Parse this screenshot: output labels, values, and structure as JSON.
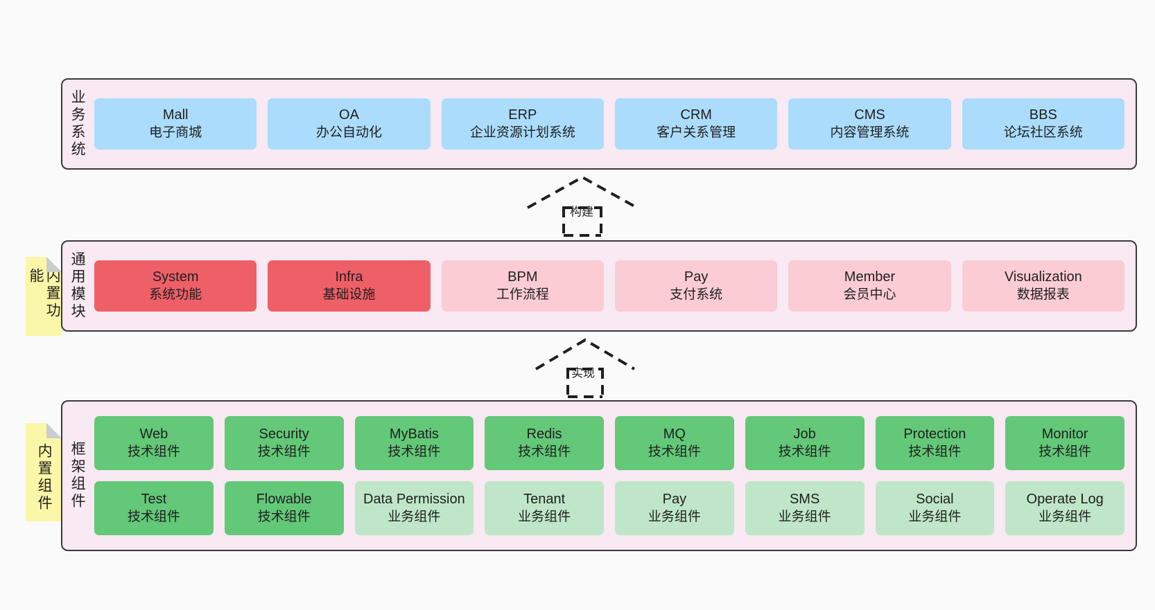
{
  "diagram": {
    "title": "",
    "colors": {
      "layer_bg": "#f8e9f3",
      "layer_border": "#39383d",
      "business_card": "#abdcfb",
      "module_core": "#ef5f68",
      "module_optional": "#fbccd4",
      "component_tech": "#63c878",
      "component_business": "#bfe6c8",
      "sticky_note": "#fbf7a8",
      "page_bg": "#fafafa"
    }
  },
  "layers": [
    {
      "id": "business",
      "title": "业务系统",
      "rows": [
        {
          "cards": [
            {
              "en": "Mall",
              "cn": "电子商城",
              "style": "business"
            },
            {
              "en": "OA",
              "cn": "办公自动化",
              "style": "business"
            },
            {
              "en": "ERP",
              "cn": "企业资源计划系统",
              "style": "business"
            },
            {
              "en": "CRM",
              "cn": "客户关系管理",
              "style": "business"
            },
            {
              "en": "CMS",
              "cn": "内容管理系统",
              "style": "business"
            },
            {
              "en": "BBS",
              "cn": "论坛社区系统",
              "style": "business"
            }
          ]
        }
      ]
    },
    {
      "id": "common",
      "title": "通用模块",
      "sticky": "内置功能",
      "rows": [
        {
          "cards": [
            {
              "en": "System",
              "cn": "系统功能",
              "style": "core"
            },
            {
              "en": "Infra",
              "cn": "基础设施",
              "style": "core"
            },
            {
              "en": "BPM",
              "cn": "工作流程",
              "style": "optional"
            },
            {
              "en": "Pay",
              "cn": "支付系统",
              "style": "optional"
            },
            {
              "en": "Member",
              "cn": "会员中心",
              "style": "optional"
            },
            {
              "en": "Visualization",
              "cn": "数据报表",
              "style": "optional"
            }
          ]
        }
      ]
    },
    {
      "id": "framework",
      "title": "框架组件",
      "sticky": "内置组件",
      "rows": [
        {
          "cards": [
            {
              "en": "Web",
              "cn": "技术组件",
              "style": "tech"
            },
            {
              "en": "Security",
              "cn": "技术组件",
              "style": "tech"
            },
            {
              "en": "MyBatis",
              "cn": "技术组件",
              "style": "tech"
            },
            {
              "en": "Redis",
              "cn": "技术组件",
              "style": "tech"
            },
            {
              "en": "MQ",
              "cn": "技术组件",
              "style": "tech"
            },
            {
              "en": "Job",
              "cn": "技术组件",
              "style": "tech"
            },
            {
              "en": "Protection",
              "cn": "技术组件",
              "style": "tech"
            },
            {
              "en": "Monitor",
              "cn": "技术组件",
              "style": "tech"
            }
          ]
        },
        {
          "cards": [
            {
              "en": "Test",
              "cn": "技术组件",
              "style": "tech"
            },
            {
              "en": "Flowable",
              "cn": "技术组件",
              "style": "tech"
            },
            {
              "en": "Data Permission",
              "cn": "业务组件",
              "style": "bizcomp"
            },
            {
              "en": "Tenant",
              "cn": "业务组件",
              "style": "bizcomp"
            },
            {
              "en": "Pay",
              "cn": "业务组件",
              "style": "bizcomp"
            },
            {
              "en": "SMS",
              "cn": "业务组件",
              "style": "bizcomp"
            },
            {
              "en": "Social",
              "cn": "业务组件",
              "style": "bizcomp"
            },
            {
              "en": "Operate Log",
              "cn": "业务组件",
              "style": "bizcomp"
            }
          ]
        }
      ]
    }
  ],
  "arrows": [
    {
      "id": "build",
      "label": "构建"
    },
    {
      "id": "impl",
      "label": "实现"
    }
  ]
}
